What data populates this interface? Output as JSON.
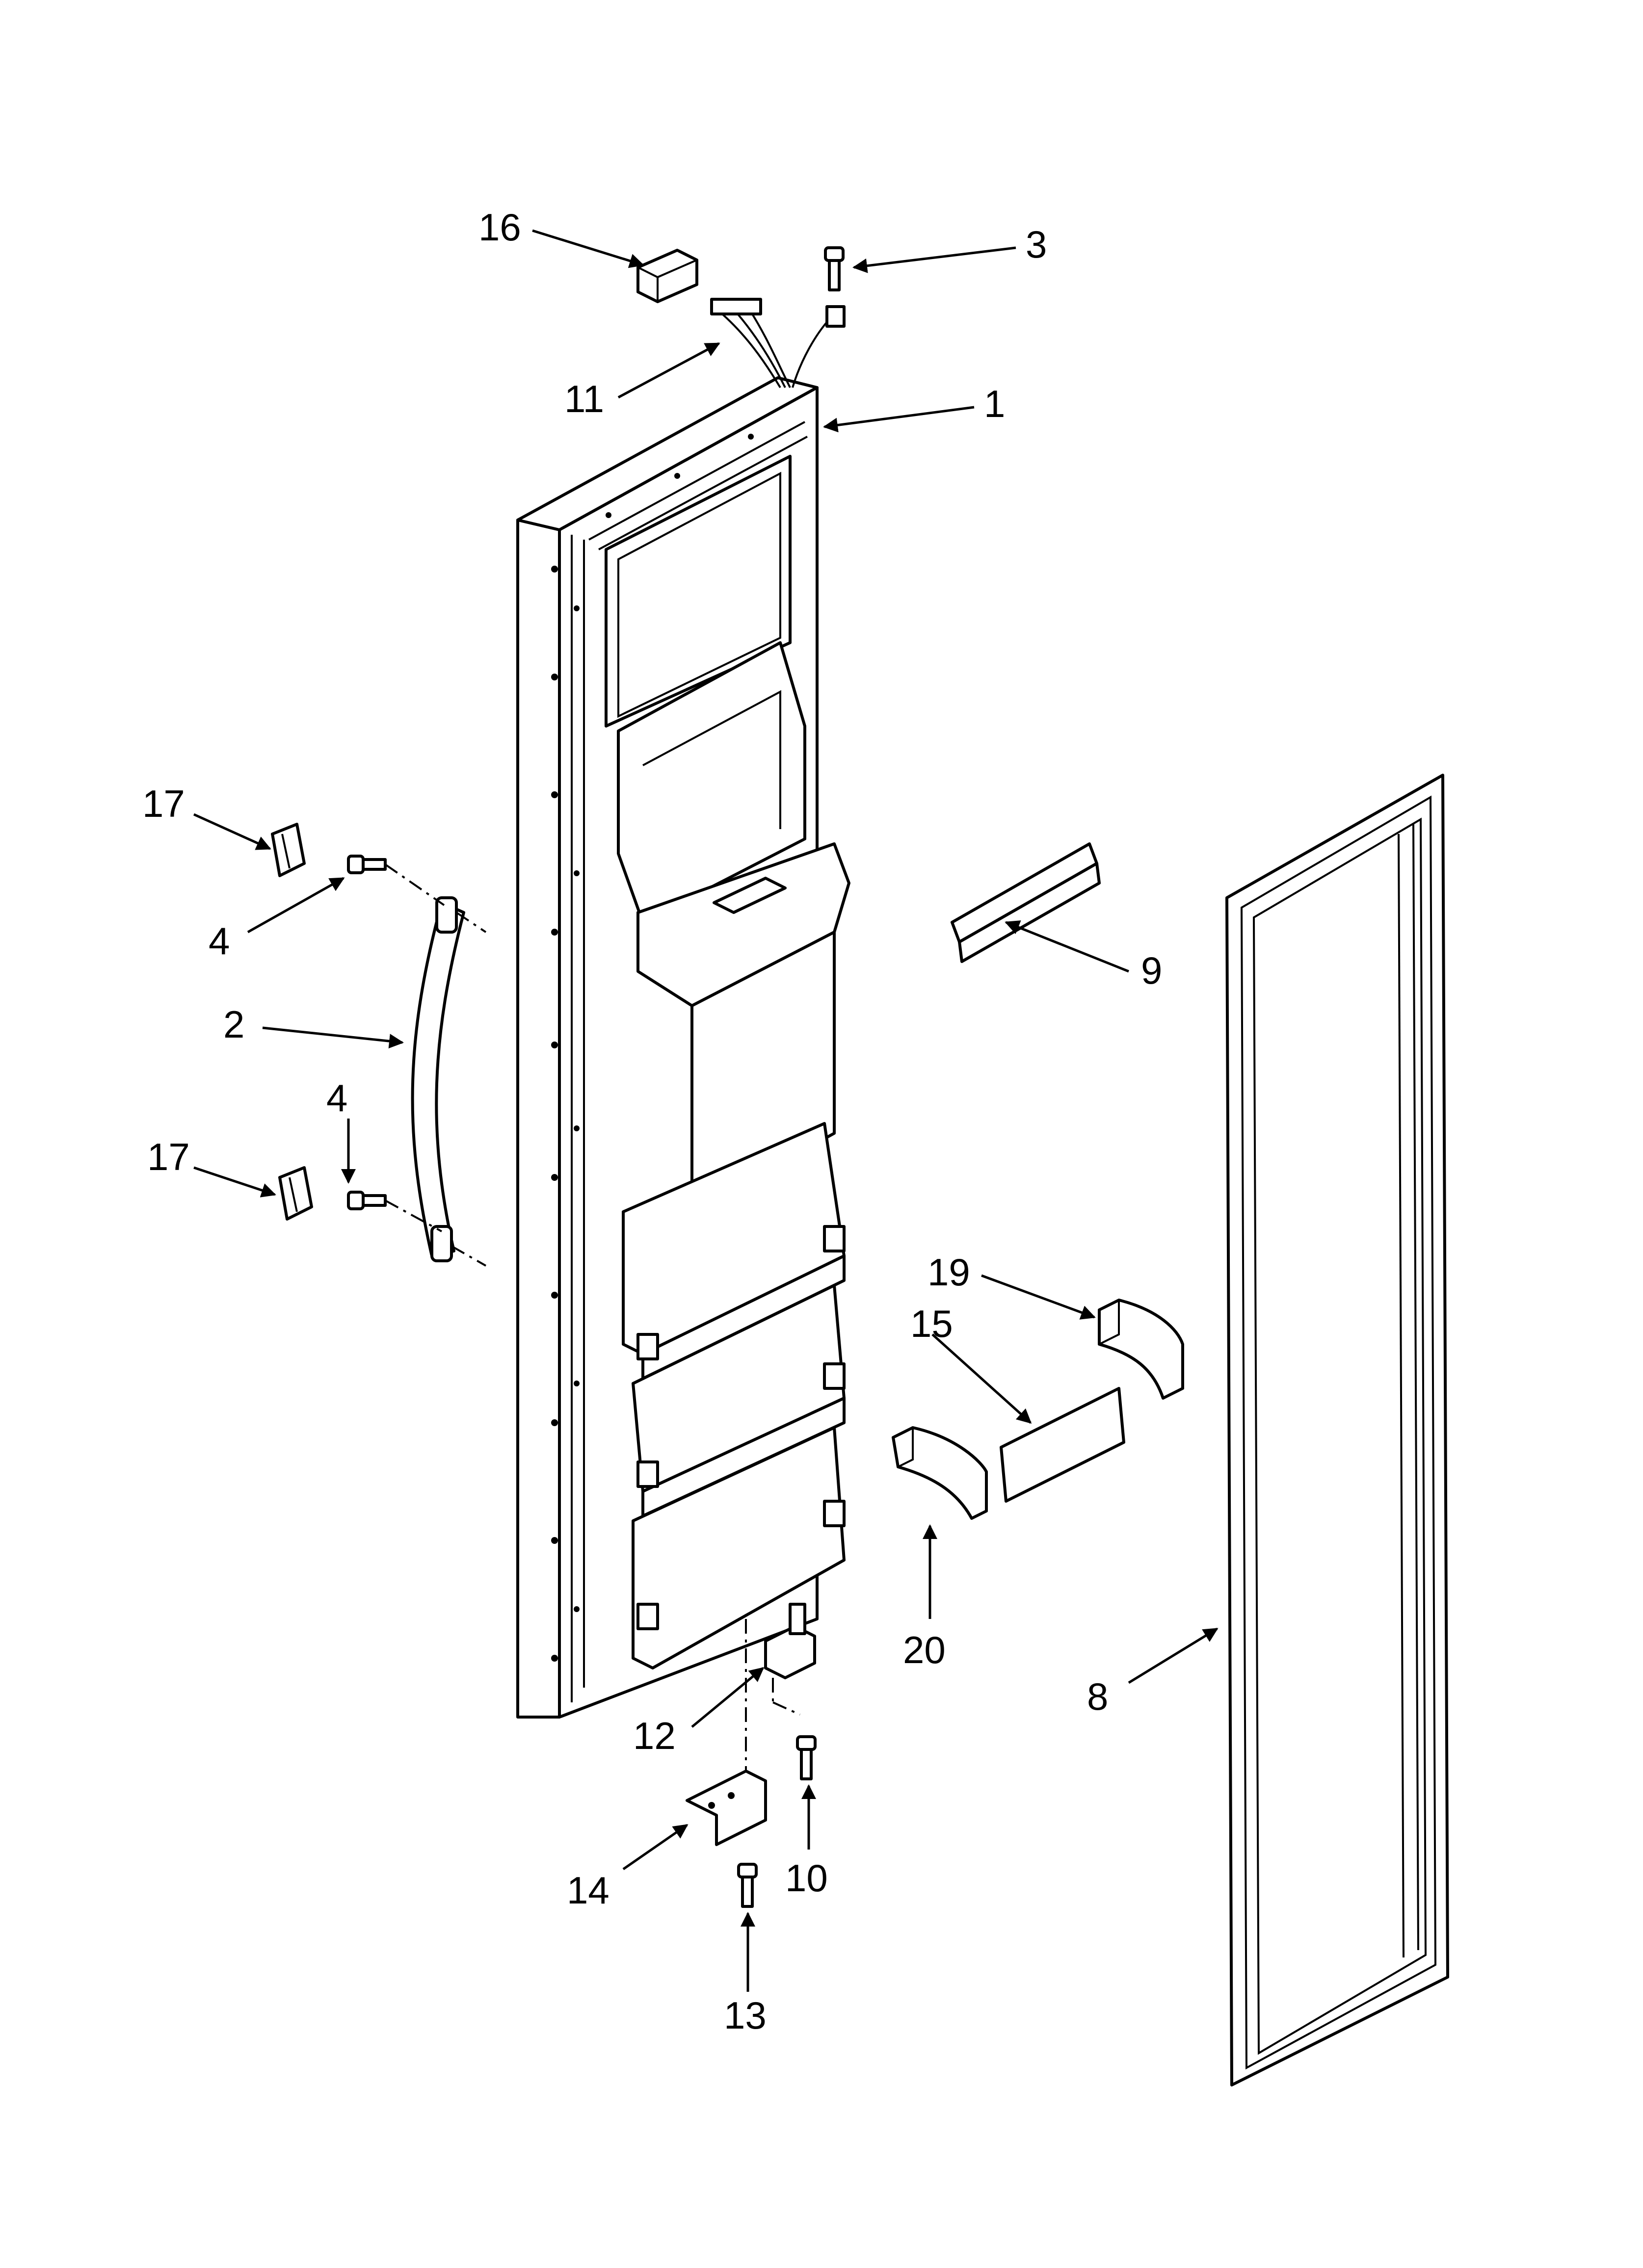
{
  "callouts": [
    {
      "id": "16",
      "label": "16"
    },
    {
      "id": "3",
      "label": "3"
    },
    {
      "id": "11",
      "label": "11"
    },
    {
      "id": "1",
      "label": "1"
    },
    {
      "id": "17a",
      "label": "17"
    },
    {
      "id": "4a",
      "label": "4"
    },
    {
      "id": "2",
      "label": "2"
    },
    {
      "id": "4b",
      "label": "4"
    },
    {
      "id": "17b",
      "label": "17"
    },
    {
      "id": "9",
      "label": "9"
    },
    {
      "id": "19",
      "label": "19"
    },
    {
      "id": "15",
      "label": "15"
    },
    {
      "id": "20",
      "label": "20"
    },
    {
      "id": "8",
      "label": "8"
    },
    {
      "id": "12",
      "label": "12"
    },
    {
      "id": "14",
      "label": "14"
    },
    {
      "id": "10",
      "label": "10"
    },
    {
      "id": "13",
      "label": "13"
    }
  ]
}
